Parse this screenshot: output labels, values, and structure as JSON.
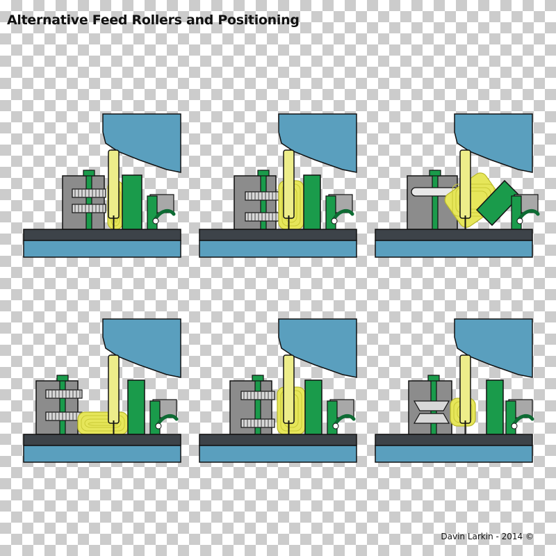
{
  "title": "Alternative Feed Rollers and Positioning",
  "credit": "Davin Larkin  - 2014 ©",
  "colors": {
    "head": "#5a9fbe",
    "table_dark": "#3d4349",
    "table_blue": "#5a9fbe",
    "housing": "#8c8c8c",
    "green": "#1a9b4b",
    "dark_green": "#0d6b33",
    "yellow": "#e6e65a",
    "blade": "#eded8a",
    "arm": "#a8a8a8"
  },
  "panels": [
    {
      "id": 1,
      "variant": "spur-gears-close"
    },
    {
      "id": 2,
      "variant": "spur-gears-wide-stock"
    },
    {
      "id": 3,
      "variant": "tilted-roller-diagonal-stock"
    },
    {
      "id": 4,
      "variant": "spur-gears-flat-stock"
    },
    {
      "id": 5,
      "variant": "spur-gears-wide-stock-2"
    },
    {
      "id": 6,
      "variant": "bevel-gears-angled-roller"
    }
  ]
}
